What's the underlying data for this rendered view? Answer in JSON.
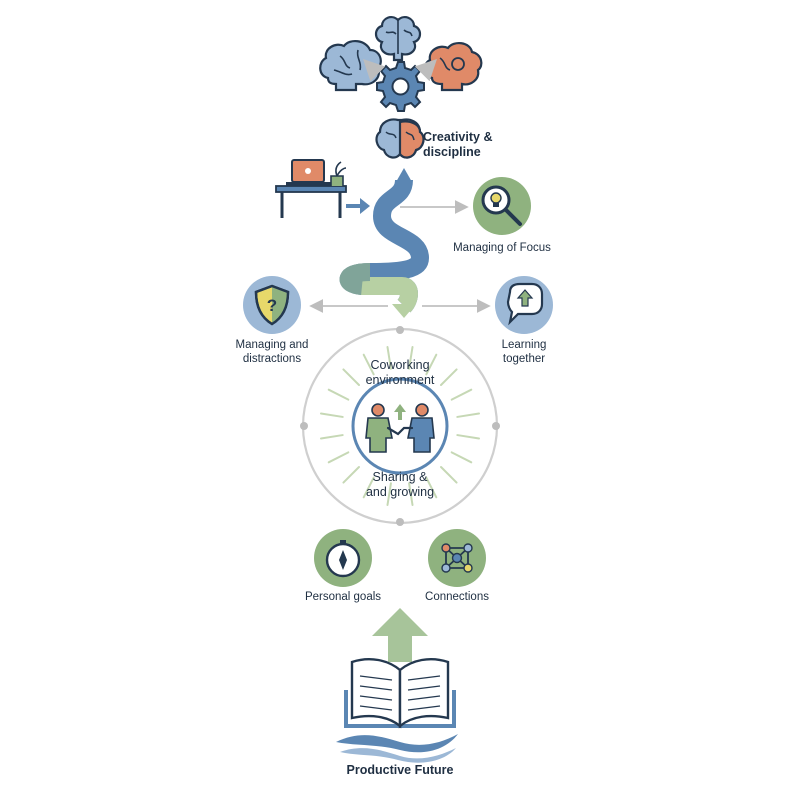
{
  "labels": {
    "creativity": "Creativity &\ndiscipline",
    "focus": "Managing of Focus",
    "distractions": "Managing and\ndistractions",
    "learning": "Learning\ntogether",
    "coworking": "Coworking\nenvironment",
    "sharing": "Sharing &\nand growing",
    "goals": "Personal goals",
    "connections": "Connections",
    "future": "Productive Future"
  },
  "colors": {
    "navy": "#24384f",
    "blue": "#5b86b3",
    "light_blue": "#9cb8d6",
    "orange": "#e08a68",
    "green": "#8fb27f",
    "light_green": "#c6d8b5",
    "gray": "#c4c4c4",
    "yellow": "#e7d86a"
  }
}
